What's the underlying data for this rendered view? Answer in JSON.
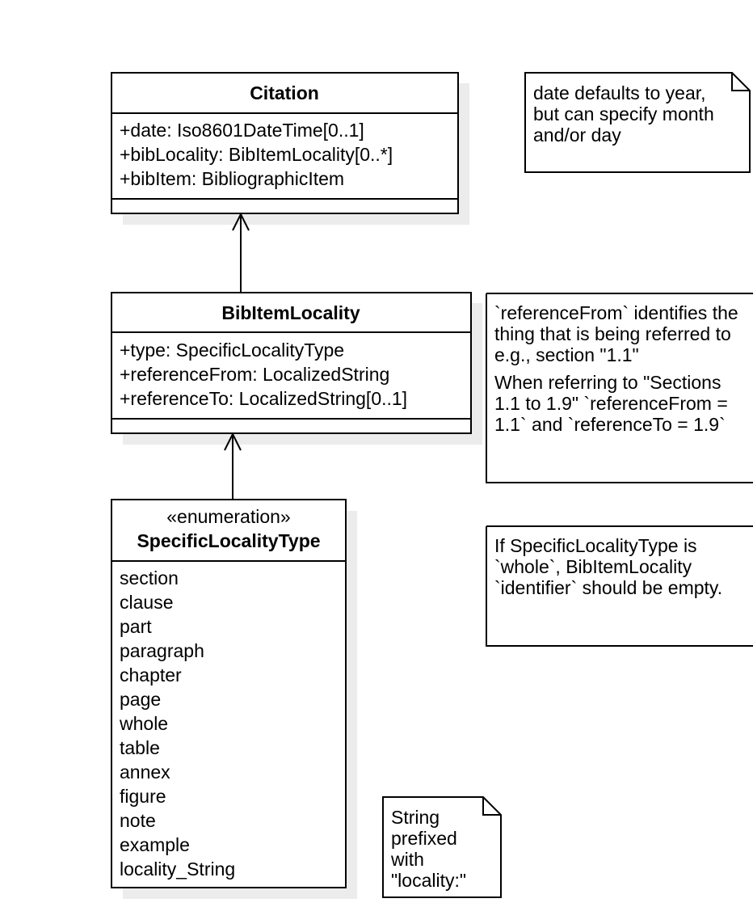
{
  "classes": {
    "citation": {
      "name": "Citation",
      "attributes": [
        "+date: Iso8601DateTime[0..1]",
        "+bibLocality: BibItemLocality[0..*]",
        "+bibItem: BibliographicItem"
      ]
    },
    "bibitemlocality": {
      "name": "BibItemLocality",
      "attributes": [
        "+type: SpecificLocalityType",
        "+referenceFrom: LocalizedString",
        "+referenceTo: LocalizedString[0..1]"
      ]
    },
    "specificlocalitytype": {
      "stereotype": "«enumeration»",
      "name": "SpecificLocalityType",
      "literals": [
        "section",
        "clause",
        "part",
        "paragraph",
        "chapter",
        "page",
        "whole",
        "table",
        "annex",
        "figure",
        "note",
        "example",
        "locality_String"
      ]
    }
  },
  "notes": {
    "date_note": [
      "date defaults to year,",
      "but can specify month",
      "and/or day"
    ],
    "reference_note": [
      "`referenceFrom` identifies the",
      "thing that is being referred to",
      "e.g., section \"1.1\"",
      "When referring to \"Sections",
      "1.1 to 1.9\" `referenceFrom =",
      "1.1` and `referenceTo = 1.9`"
    ],
    "whole_note": [
      "If SpecificLocalityType is",
      "`whole`, BibItemLocality",
      "`identifier` should be empty."
    ],
    "string_note": [
      "String",
      "prefixed",
      "with",
      "\"locality:\""
    ]
  }
}
